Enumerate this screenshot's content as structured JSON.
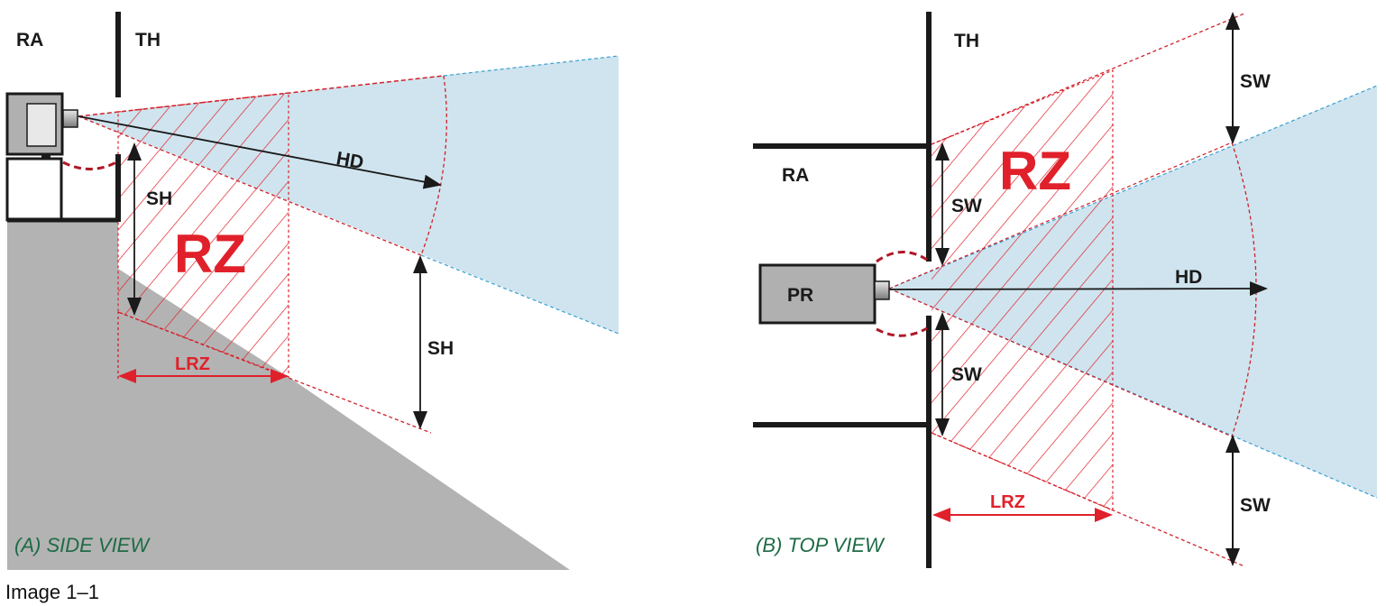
{
  "caption": "Image 1–1",
  "colors": {
    "projection_fill": "#cfe4ee",
    "restricted_zone": "#e0202a",
    "floor": "#b3b3b3",
    "view_label": "#1e6b46",
    "structure": "#1a1a1a"
  },
  "side_view": {
    "title": "(A) SIDE VIEW",
    "labels": {
      "ra": "RA",
      "th": "TH",
      "sh_upper": "SH",
      "sh_lower": "SH",
      "hd": "HD",
      "rz": "RZ",
      "lrz": "LRZ"
    }
  },
  "top_view": {
    "title": "(B) TOP VIEW",
    "labels": {
      "th": "TH",
      "ra": "RA",
      "pr": "PR",
      "sw_upper_left": "SW",
      "sw_lower_left": "SW",
      "sw_upper_right": "SW",
      "sw_lower_right": "SW",
      "hd": "HD",
      "rz": "RZ",
      "lrz": "LRZ"
    }
  }
}
